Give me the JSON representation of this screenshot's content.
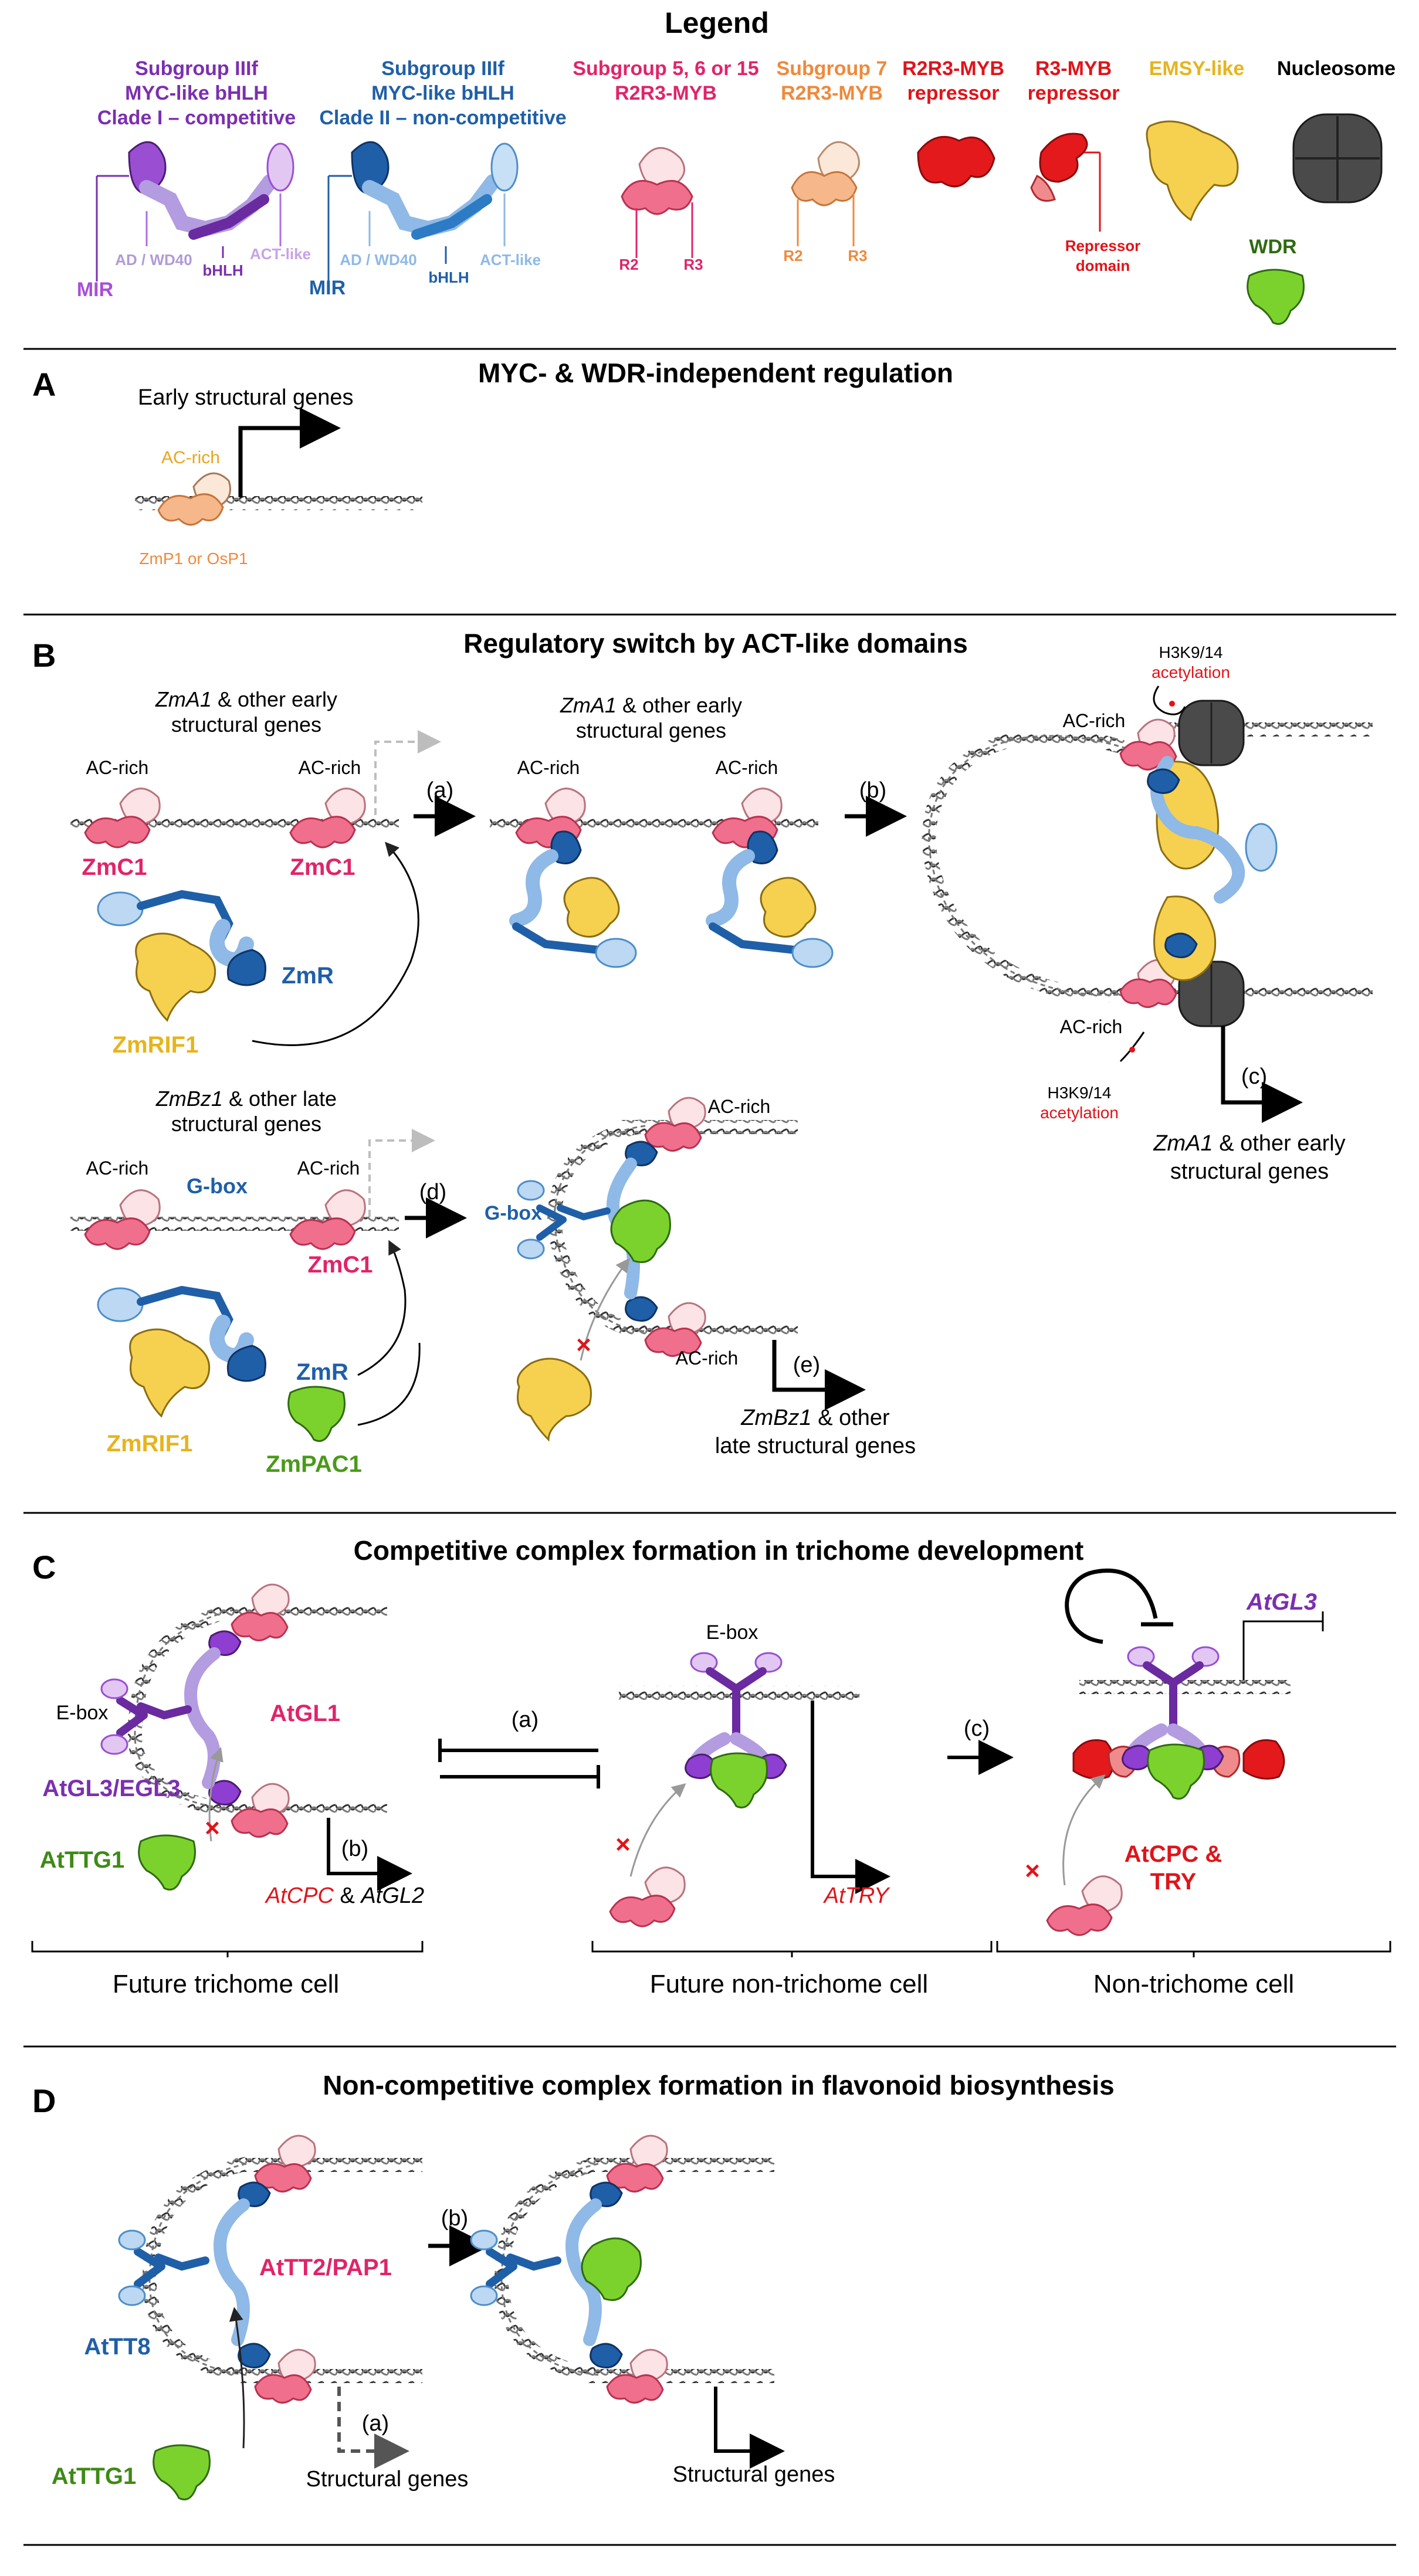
{
  "colors": {
    "clade1": "#7b2fb0",
    "clade1_light": "#b06de0",
    "clade2": "#1f5fa8",
    "clade2_light": "#8fb9e6",
    "myb": "#e83f73",
    "myb_light": "#f7c8cf",
    "sg7": "#ee8a3c",
    "repressor": "#e0141a",
    "emsy": "#f2c230",
    "wdr": "#6cc21d",
    "wdr_text": "#2f6b12",
    "nucleosome": "#3a3a3a",
    "red_text": "#e0141a"
  },
  "legend": {
    "title": "Legend",
    "clade1": {
      "line1": "Subgroup IIIf",
      "line2": "MYC-like bHLH",
      "line3": "Clade I – competitive",
      "mir": "MIR",
      "ad": "AD / WD40",
      "bhlh": "bHLH",
      "act": "ACT-like"
    },
    "clade2": {
      "line1": "Subgroup IIIf",
      "line2": "MYC-like bHLH",
      "line3": "Clade II – non-competitive",
      "mir": "MIR",
      "ad": "AD / WD40",
      "bhlh": "bHLH",
      "act": "ACT-like"
    },
    "sg5": {
      "line1": "Subgroup 5, 6 or 15",
      "line2": "R2R3-MYB",
      "r2": "R2",
      "r3": "R3"
    },
    "sg7": {
      "line1": "Subgroup 7",
      "line2": "R2R3-MYB",
      "r2": "R2",
      "r3": "R3"
    },
    "r2r3rep": {
      "line1": "R2R3-MYB",
      "line2": "repressor"
    },
    "r3rep": {
      "line1": "R3-MYB",
      "line2": "repressor",
      "domain1": "Repressor",
      "domain2": "domain"
    },
    "emsy": "EMSY-like",
    "nucleosome": "Nucleosome",
    "wdr": "WDR"
  },
  "panelA": {
    "letter": "A",
    "title": "MYC- & WDR-independent regulation",
    "genes": "Early  structural genes",
    "acrich": "AC-rich",
    "protein": "ZmP1 or OsP1"
  },
  "panelB": {
    "letter": "B",
    "title": "Regulatory switch by ACT-like domains",
    "early_gene_italic": "ZmA1",
    "early_gene_rest1": " & other early",
    "early_gene_rest2": "structural genes",
    "acrich": "AC-rich",
    "zmc1": "ZmC1",
    "zmr": "ZmR",
    "zmrif1": "ZmRIF1",
    "zmpac1": "ZmPAC1",
    "step_a": "(a)",
    "step_b": "(b)",
    "step_c": "(c)",
    "step_d": "(d)",
    "step_e": "(e)",
    "h3k9": "H3K9/14",
    "acetylation": "acetylation",
    "late_gene_italic": "ZmBz1",
    "late_gene_rest1": " & other late",
    "late_gene_rest2": "structural genes",
    "late_gene_rest3": " & other",
    "late_gene_rest4": "late structural genes",
    "gbox": "G-box"
  },
  "panelC": {
    "letter": "C",
    "title": "Competitive complex formation in trichome development",
    "ebox": "E-box",
    "atgl1": "AtGL1",
    "atgl3egl3": "AtGL3/EGL3",
    "atttg1": "AtTTG1",
    "step_a": "(a)",
    "step_b": "(b)",
    "step_c": "(c)",
    "atcpc": "AtCPC",
    "amp": " & ",
    "atgl2": "AtGL2",
    "attry": "AtTRY",
    "atgl3": "AtGL3",
    "atcpc_try1": "AtCPC &",
    "atcpc_try2": "TRY",
    "cell1": "Future trichome cell",
    "cell2": "Future non-trichome cell",
    "cell3": "Non-trichome cell"
  },
  "panelD": {
    "letter": "D",
    "title": "Non-competitive complex formation in flavonoid biosynthesis",
    "attt2": "AtTT2/PAP1",
    "attt8": "AtTT8",
    "atttg1": "AtTTG1",
    "step_a": "(a)",
    "step_b": "(b)",
    "structural1": "Structural genes",
    "structural2": "Structural genes"
  }
}
